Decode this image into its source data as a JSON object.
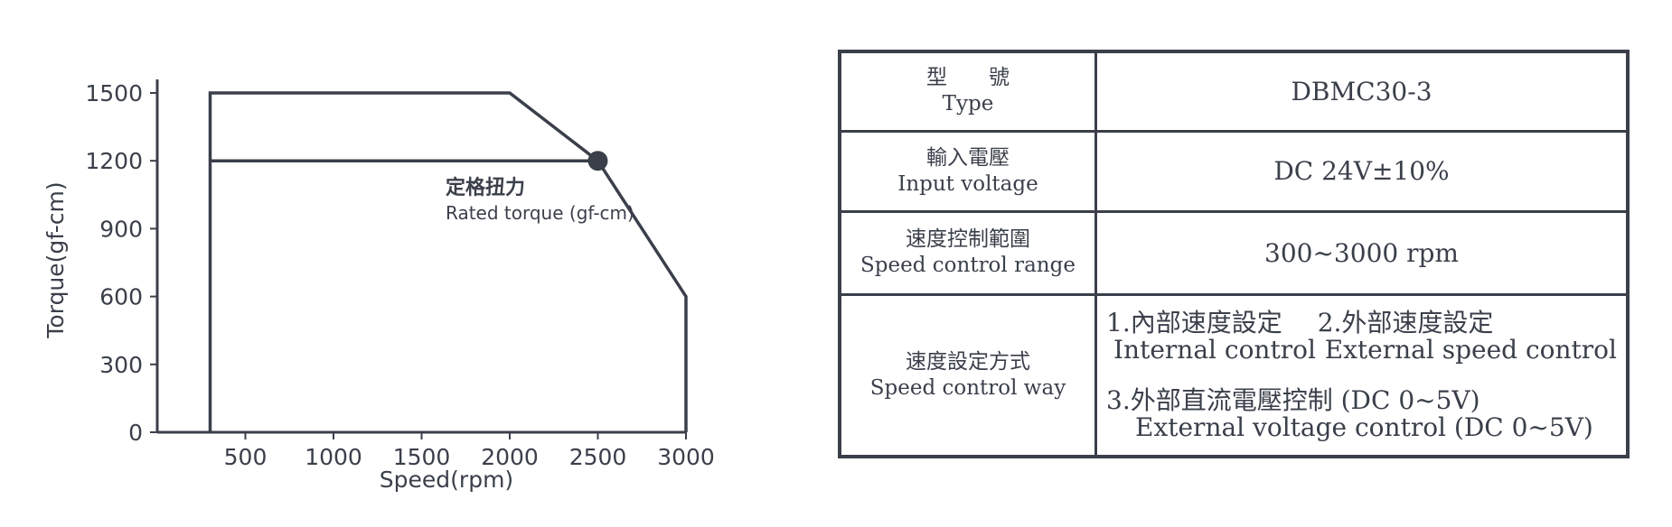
{
  "chart_data": {
    "type": "line",
    "xlabel": "Speed(rpm)",
    "ylabel": "Torque(gf-cm)",
    "xlim": [
      0,
      3000
    ],
    "ylim": [
      0,
      1500
    ],
    "xticks": [
      500,
      1000,
      1500,
      2000,
      2500,
      3000
    ],
    "yticks": [
      0,
      300,
      600,
      900,
      1200,
      1500
    ],
    "series": [
      {
        "values": [
          {
            "x": 300,
            "y": 0
          },
          {
            "x": 300,
            "y": 1500
          },
          {
            "x": 2000,
            "y": 1500
          },
          {
            "x": 2500,
            "y": 1200
          },
          {
            "x": 3000,
            "y": 600
          },
          {
            "x": 3000,
            "y": 0
          }
        ]
      },
      {
        "values": [
          {
            "x": 300,
            "y": 1200
          },
          {
            "x": 2500,
            "y": 1200
          }
        ]
      }
    ],
    "points": [
      {
        "x": 2500,
        "y": 1200
      }
    ],
    "annotation": {
      "zh": "定格扭力",
      "en": "Rated torque (gf-cm)",
      "x": 2500,
      "y": 1200
    },
    "grid": false,
    "legend": false
  },
  "table": {
    "rows": [
      {
        "label_zh": "型　　號",
        "label_en": "Type",
        "value": "DBMC30-3"
      },
      {
        "label_zh": "輸入電壓",
        "label_en": "Input voltage",
        "value": "DC 24V±10%"
      },
      {
        "label_zh": "速度控制範圍",
        "label_en": "Speed control range",
        "value": "300~3000 rpm"
      },
      {
        "label_zh": "速度設定方式",
        "label_en": "Speed control way"
      }
    ],
    "modes": [
      {
        "zh": "1.內部速度設定",
        "en": "Internal control"
      },
      {
        "zh": "2.外部速度設定",
        "en": "External speed control"
      },
      {
        "zh": "3.外部直流電壓控制 (DC 0~5V)",
        "en": "External voltage control (DC 0~5V)"
      }
    ]
  },
  "colors": {
    "ink": "#3a3f4a",
    "background": "#ffffff"
  }
}
